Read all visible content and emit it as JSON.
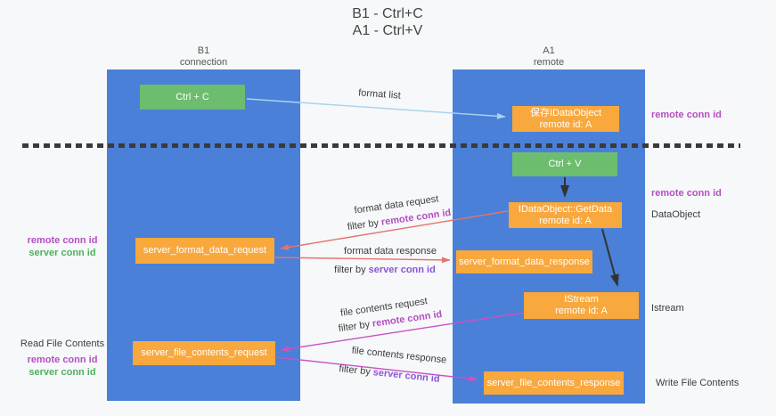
{
  "colors": {
    "bg": "#f7f8f9",
    "column-blue": "#4a80d7",
    "box-green": "#6dbd6e",
    "box-orange": "#f8a83d",
    "box-text": "#ffffff",
    "text-dark": "#3c3c3c",
    "remote-conn": "#b44ec4",
    "server-conn-green": "#4cb25c",
    "server-conn-violet": "#8a55d7",
    "arrow-blue": "#a8d2f0",
    "arrow-salmon": "#e5736e",
    "arrow-magenta": "#ca52c5",
    "arrow-black": "#333333",
    "divider": "#3a3a3a"
  },
  "title": {
    "line1": "B1 - Ctrl+C",
    "line2": "A1 - Ctrl+V"
  },
  "lifelines": {
    "left": {
      "name": "B1",
      "role": "connection"
    },
    "right": {
      "name": "A1",
      "role": "remote"
    }
  },
  "nodes": {
    "ctrl_c": {
      "label": "Ctrl + C"
    },
    "ctrl_v": {
      "label": "Ctrl + V"
    },
    "save_idataobject": {
      "line1": "保存IDataObject",
      "line2": "remote id: A"
    },
    "idataobject_getdata": {
      "line1": "IDataObject::GetData",
      "line2": "remote id: A"
    },
    "istream": {
      "line1": "IStream",
      "line2": "remote id: A"
    },
    "server_format_data_request": {
      "label": "server_format_data_request"
    },
    "server_format_data_response": {
      "label": "server_format_data_response"
    },
    "server_file_contents_request": {
      "label": "server_file_contents_request"
    },
    "server_file_contents_response": {
      "label": "server_file_contents_response"
    }
  },
  "edge_labels": {
    "format_list": "format list",
    "format_data_request": "format data request",
    "format_data_request_filter": {
      "prefix": "filter by",
      "key": "remote conn id"
    },
    "format_data_response": "format data response",
    "format_data_response_filter": {
      "prefix": "filter by",
      "key": "server conn id"
    },
    "file_contents_request": "file contents request",
    "file_contents_request_filter": {
      "prefix": "filter by",
      "key": "remote conn id"
    },
    "file_contents_response": "file contents response",
    "file_contents_response_filter": {
      "prefix": "filter by",
      "key": "server conn id"
    }
  },
  "left_annotations": {
    "format_remote_conn": "remote conn id",
    "format_server_conn": "server conn id",
    "read_file_contents": "Read File Contents",
    "file_remote_conn": "remote conn id",
    "file_server_conn": "server conn id"
  },
  "right_annotations": {
    "top_remote_conn": "remote conn id",
    "mid_remote_conn": "remote conn id",
    "dataobject": "DataObject",
    "istream": "Istream",
    "write_file_contents": "Write File Contents"
  }
}
